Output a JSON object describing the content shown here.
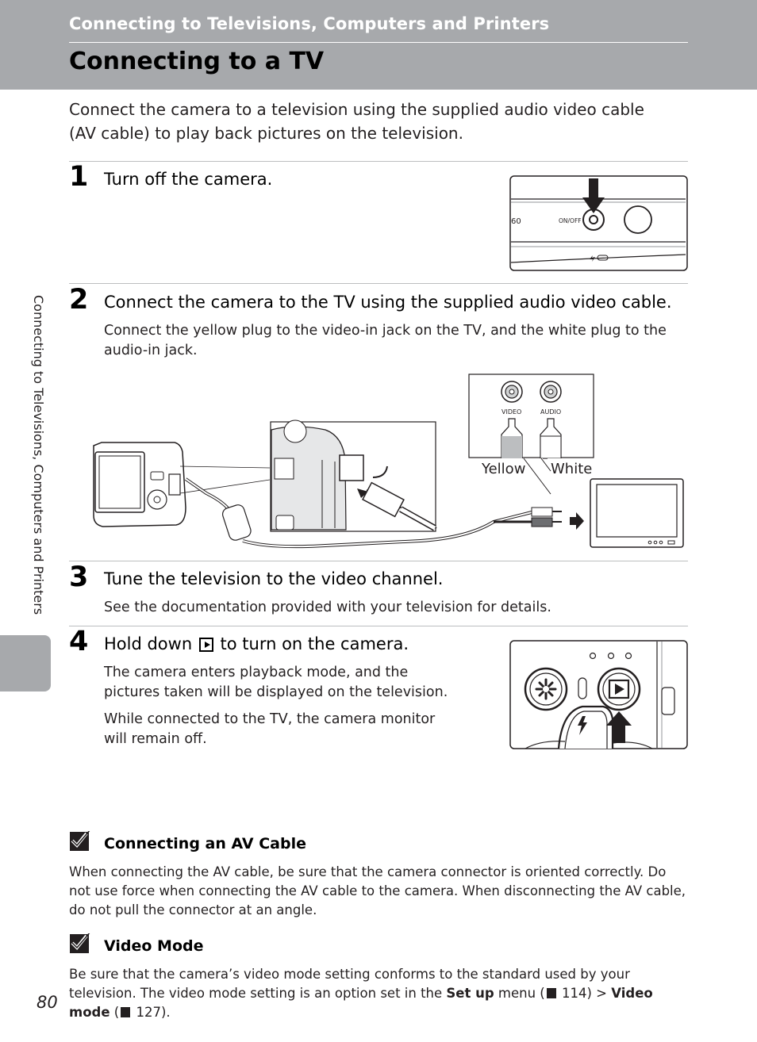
{
  "header": {
    "section_title": "Connecting to Televisions, Computers and Printers",
    "page_title": "Connecting to a TV"
  },
  "intro": "Connect the camera to a television using the supplied audio video cable (AV cable) to play back pictures on the television.",
  "steps": [
    {
      "number": "1",
      "title": "Turn off the camera."
    },
    {
      "number": "2",
      "title": "Connect the camera to the TV using the supplied audio video cable.",
      "body": "Connect the yellow plug to the video-in jack on the TV, and the white plug to the audio-in jack."
    },
    {
      "number": "3",
      "title": "Tune the television to the video channel.",
      "body": "See the documentation provided with your television for details."
    },
    {
      "number": "4",
      "title_before": "Hold down",
      "title_after": "to turn on the camera.",
      "body1": "The camera enters playback mode, and the pictures taken will be displayed on the television.",
      "body2": "While connected to the TV, the camera monitor will remain off."
    }
  ],
  "figure_labels": {
    "on_off": "ON/OFF",
    "video_jack": "VIDEO",
    "audio_jack": "AUDIO",
    "yellow": "Yellow",
    "white": "White",
    "partial_text": "60"
  },
  "notes": [
    {
      "title": "Connecting an AV Cable",
      "body": "When connecting the AV cable, be sure that the camera connector is oriented correctly. Do not use force when connecting the AV cable to the camera. When disconnecting the AV cable, do not pull the connector at an angle."
    },
    {
      "title": "Video Mode",
      "body_part1": "Be sure that the camera’s video mode setting conforms to the standard used by your television. The video mode setting is an option set in the",
      "setup": "Set up",
      "body_part2": "menu (",
      "ref1": "114) >",
      "video_mode": "Video mode",
      "body_part3": "(",
      "ref2": "127)."
    }
  ],
  "side_tab": "Connecting to Televisions, Computers and Printers",
  "page_number": "80"
}
